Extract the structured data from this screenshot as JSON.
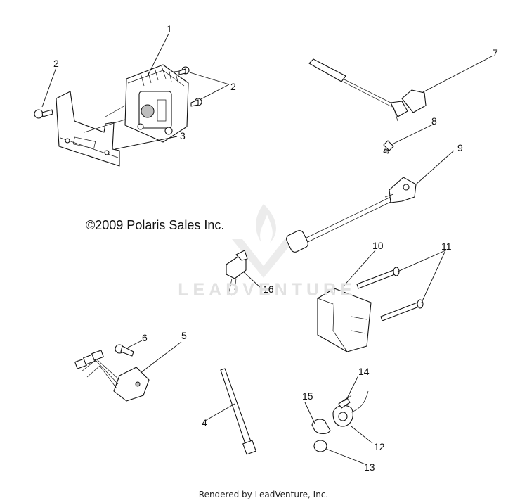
{
  "copyright": "©2009 Polaris Sales Inc.",
  "watermark_text": "LEADVENTURE",
  "footer": "Rendered by LeadVenture, Inc.",
  "callouts": [
    "1",
    "2",
    "2",
    "3",
    "4",
    "5",
    "6",
    "7",
    "8",
    "9",
    "10",
    "11",
    "12",
    "13",
    "14",
    "15",
    "16"
  ]
}
